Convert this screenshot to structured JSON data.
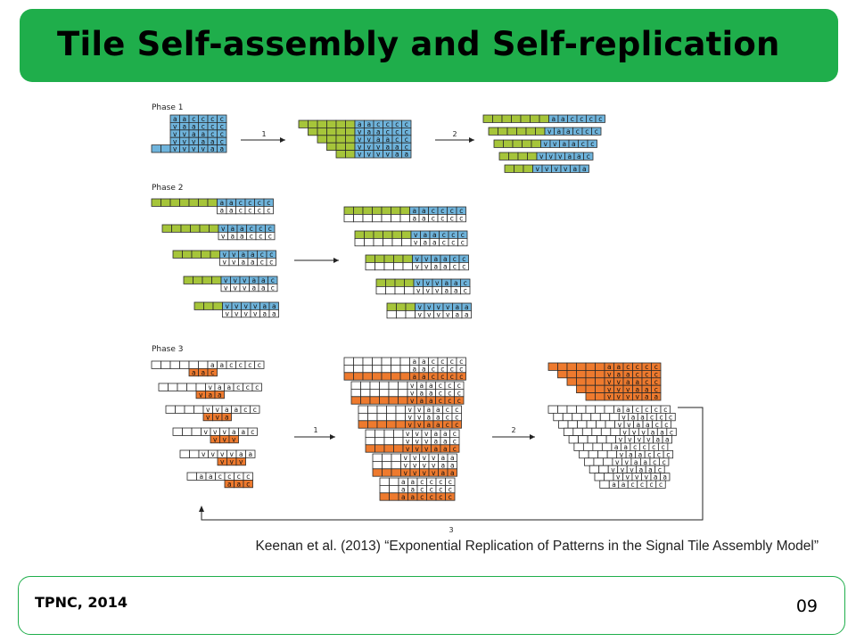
{
  "slide": {
    "title": "Tile Self-assembly and Self-replication",
    "caption": "Keenan et al. (2013) “Exponential Replication of Patterns in the Signal Tile Assembly Model”",
    "footer_left": "TPNC, 2014",
    "slide_number": "09"
  },
  "diagram": {
    "phase_labels": [
      "Phase 1",
      "Phase 2",
      "Phase 3"
    ],
    "arrow_labels": [
      "1",
      "2",
      "1",
      "2",
      "3"
    ],
    "colors": {
      "green": "#a6c53a",
      "blue": "#6fb4dc",
      "orange": "#ee7a2e",
      "white": "#ffffff",
      "border": "#2a2a2a"
    },
    "pattern_rows": [
      "aacccc",
      "vaaccc",
      "vvaacc",
      "vvvaac",
      "vvvvaa"
    ]
  }
}
